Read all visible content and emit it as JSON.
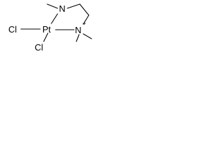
{
  "atoms": {
    "cl_top": "Cl",
    "cl_bottom": "Cl",
    "pt": "Pt",
    "n_top": "N",
    "n_right": "N",
    "n_right_charge": "+"
  }
}
